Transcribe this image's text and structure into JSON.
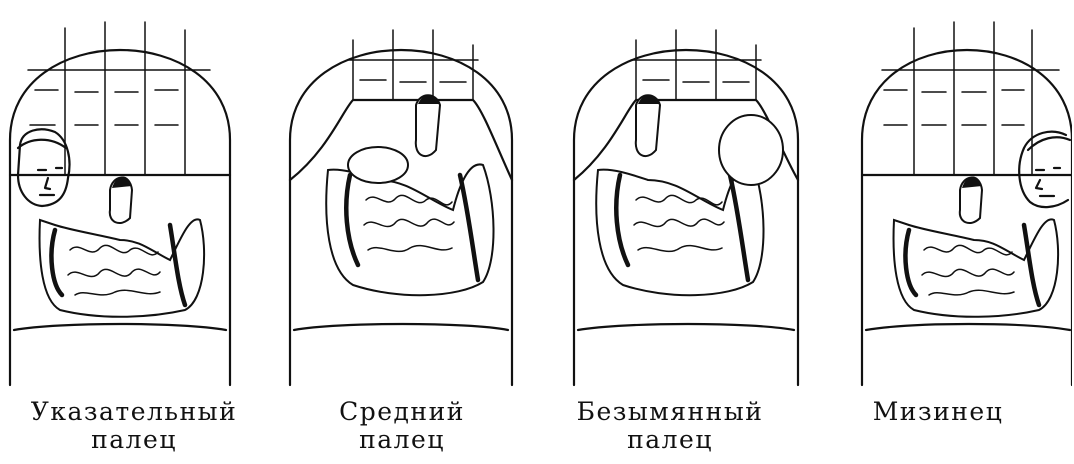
{
  "title": "",
  "panels": [
    {
      "id": "index",
      "caption_line1": "Указательный",
      "caption_line2": "палец",
      "face": "left"
    },
    {
      "id": "middle",
      "caption_line1": "Средний",
      "caption_line2": "палец",
      "face": "none"
    },
    {
      "id": "ring",
      "caption_line1": "Безымянный",
      "caption_line2": "палец",
      "face": "none"
    },
    {
      "id": "little",
      "caption_line1": "Мизинец",
      "caption_line2": "",
      "face": "right"
    }
  ]
}
